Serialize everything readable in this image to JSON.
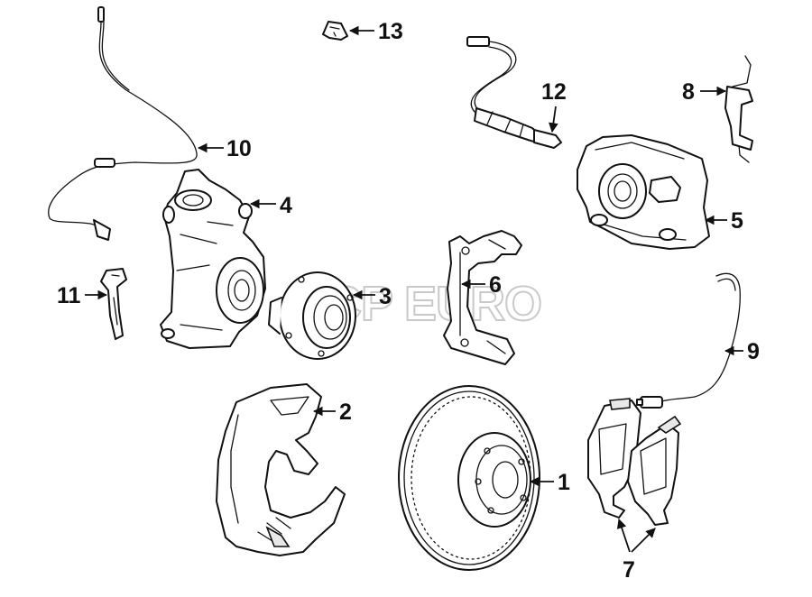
{
  "watermark": "FCP EURO",
  "callouts": [
    "1",
    "2",
    "3",
    "4",
    "5",
    "6",
    "7",
    "8",
    "9",
    "10",
    "11",
    "12",
    "13"
  ]
}
